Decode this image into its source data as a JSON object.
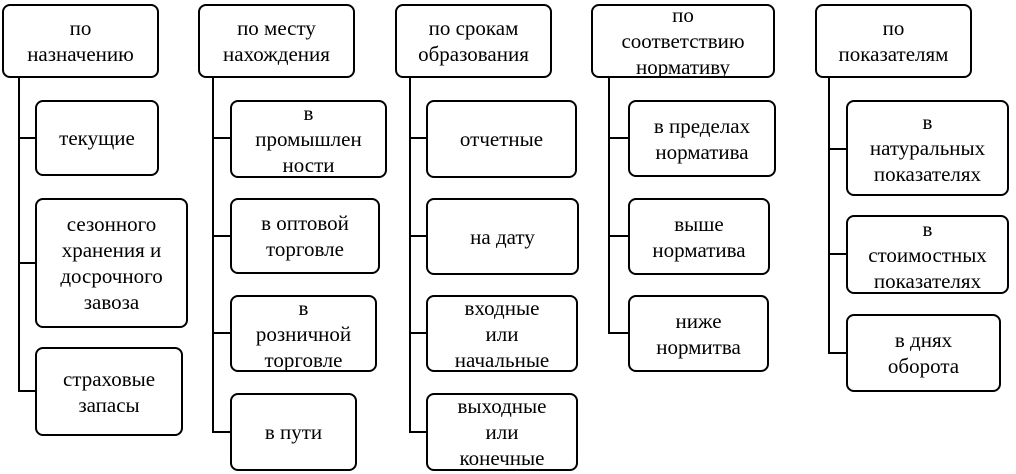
{
  "columns": [
    {
      "header": "по\nназначению",
      "items": [
        "текущие",
        "сезонного\nхранения и\nдосрочного\nзавоза",
        "страховые\nзапасы"
      ]
    },
    {
      "header": "по месту\nнахождения",
      "items": [
        "в\nпромышлен\nности",
        "в оптовой\nторговле",
        "в\nрозничной\nторговле",
        "в пути"
      ]
    },
    {
      "header": "по срокам\nобразования",
      "items": [
        "отчетные",
        "на дату",
        "входные\nили\nначальные",
        "выходные\nили\nконечные"
      ]
    },
    {
      "header": "по\nсоответствию\nнормативу",
      "items": [
        "в пределах\nнорматива",
        "выше\nнорматива",
        "ниже\nнормитва"
      ]
    },
    {
      "header": "по\nпоказателям",
      "items": [
        "в\nнатуральных\nпоказателях",
        "в\nстоимостных\nпоказателях",
        "в днях\nоборота"
      ]
    }
  ]
}
